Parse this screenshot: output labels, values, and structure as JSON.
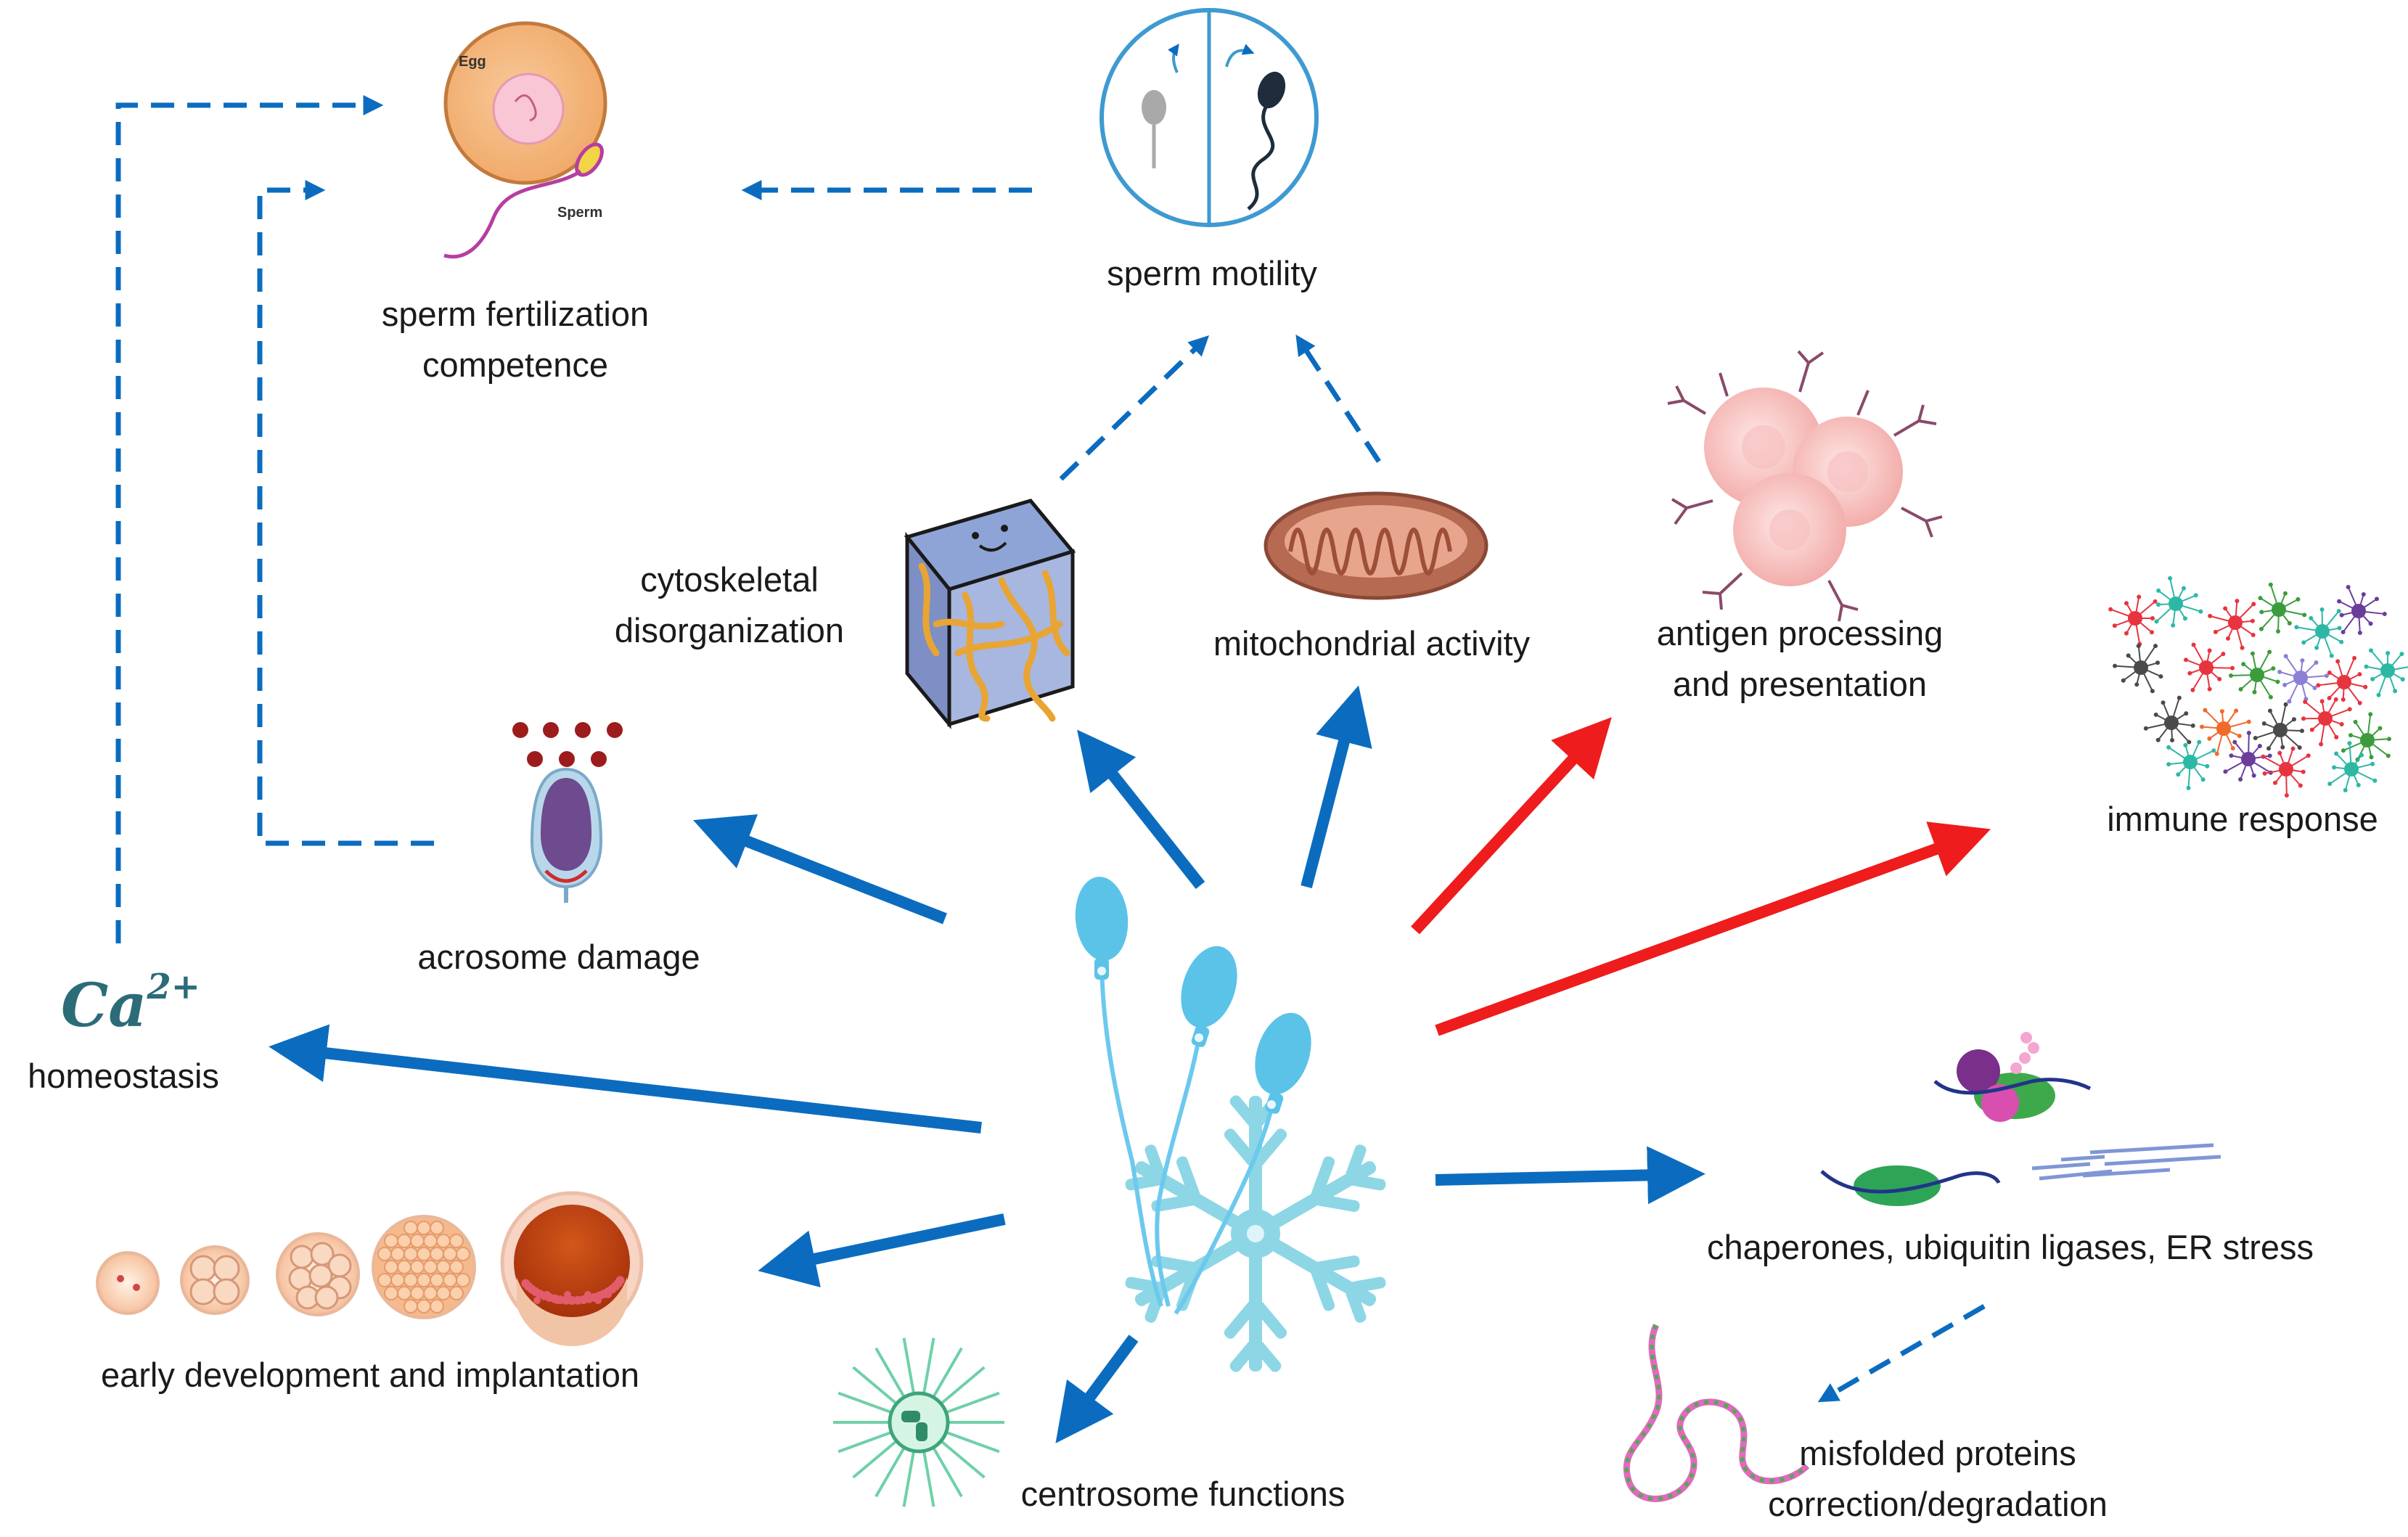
{
  "nodes": {
    "sperm_fertilization": {
      "lines": [
        "sperm fertilization",
        "competence"
      ]
    },
    "sperm_motility": {
      "lines": [
        "sperm motility"
      ]
    },
    "cytoskeletal": {
      "lines": [
        "cytoskeletal",
        "disorganization"
      ]
    },
    "mitochondrial": {
      "lines": [
        "mitochondrial activity"
      ]
    },
    "antigen": {
      "lines": [
        "antigen processing",
        "and presentation"
      ]
    },
    "immune": {
      "lines": [
        "immune response"
      ]
    },
    "acrosome": {
      "lines": [
        "acrosome damage"
      ]
    },
    "homeostasis": {
      "lines": [
        "homeostasis"
      ]
    },
    "chaperones": {
      "lines": [
        "chaperones, ubiquitin ligases, ER stress"
      ]
    },
    "early_development": {
      "lines": [
        "early development and implantation"
      ]
    },
    "centrosome": {
      "lines": [
        "centrosome functions"
      ]
    },
    "misfolded": {
      "lines": [
        "misfolded proteins",
        "correction/degradation"
      ]
    }
  },
  "calcium": {
    "symbol": "Ca",
    "charge": "2+"
  },
  "icon_text": {
    "egg": "Egg",
    "sperm": "Sperm"
  },
  "icons": [
    "egg-sperm-icon",
    "sperm-motility-icon",
    "cytoskeleton-icon",
    "mitochondrion-icon",
    "antigen-presenting-cells-icon",
    "immune-network-icon",
    "acrosome-icon",
    "embryo-stages-icon",
    "centrosome-icon",
    "protein-complex-icon",
    "misfolded-protein-icon",
    "cryopreserved-sperm-icon",
    "snowflake-icon"
  ],
  "colors": {
    "blue": "#0b6cbf",
    "red": "#ee1c1c",
    "sperm_cyan": "#5bc3e8",
    "snowflake": "#7fd0e0",
    "text": "#1a1a1a"
  }
}
